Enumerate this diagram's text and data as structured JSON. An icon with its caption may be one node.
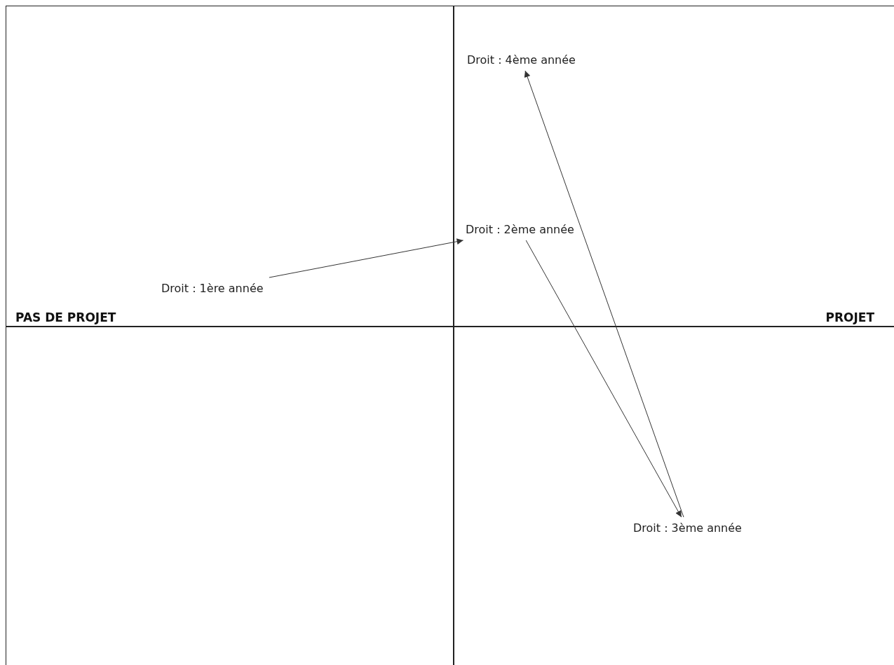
{
  "diagram": {
    "nodes": [
      {
        "text": [
          "Droit : 1ère année"
        ]
      },
      {
        "text": [
          "Droit : 2ème année"
        ]
      },
      {
        "text": [
          "Droit : 3ème année"
        ]
      },
      {
        "text": [
          "Droit : 4ème année"
        ]
      }
    ],
    "edges": [
      {
        "from": 0,
        "to": 1,
        "arrow": "to"
      },
      {
        "from": 1,
        "to": 2,
        "arrow": "to"
      },
      {
        "from": 2,
        "to": 3,
        "arrow": "to"
      }
    ],
    "labels": [
      "PAS DE PROJET",
      "PROJET"
    ]
  }
}
